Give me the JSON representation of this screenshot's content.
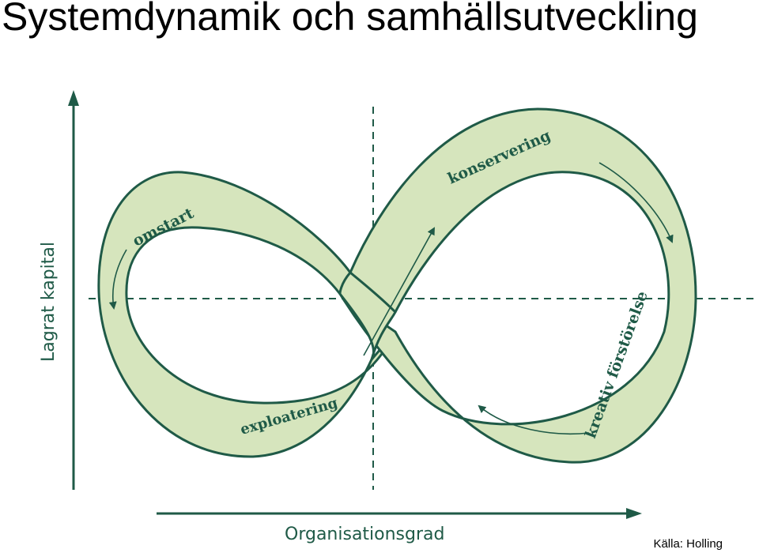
{
  "title": "Systemdynamik och samhällsutveckling",
  "source": "Källa: Holling",
  "colors": {
    "line": "#1f5a47",
    "band": "#d6e5bd",
    "text": "#000000"
  },
  "diagram": {
    "y_axis_label": "Lagrat kapital",
    "x_axis_label": "Organisationsgrad",
    "phases": {
      "omstart": "omstart",
      "konservering": "konservering",
      "exploatering": "exploatering",
      "kreativ": "kreativ förstörelse"
    }
  }
}
